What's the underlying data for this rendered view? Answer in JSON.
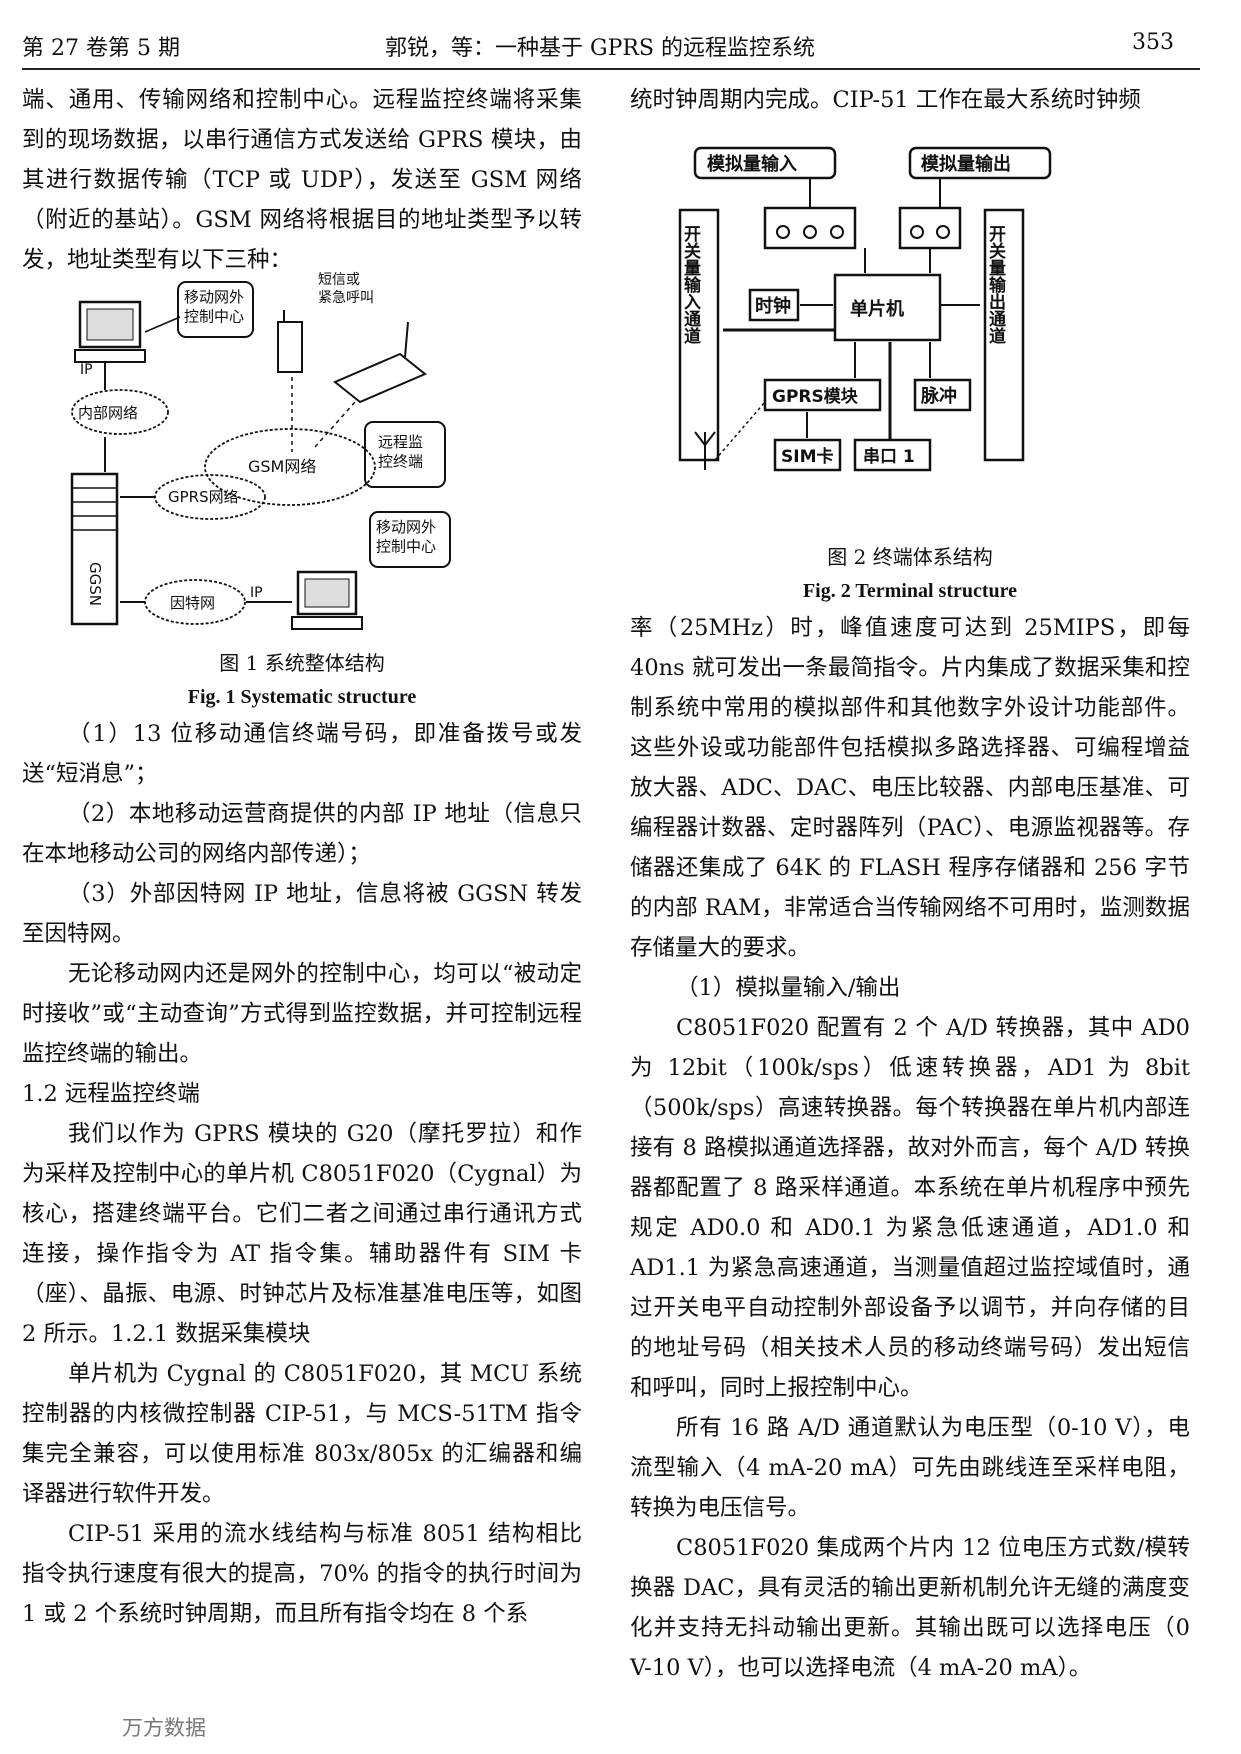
{
  "header": {
    "left": "第 27 卷第 5 期",
    "center": "郭锐，等：一种基于 GPRS 的远程监控系统",
    "page": "353"
  },
  "left_column": {
    "p1": "端、通用、传输网络和控制中心。远程监控终端将采集到的现场数据，以串行通信方式发送给 GPRS 模块，由其进行数据传输（TCP 或 UDP），发送至 GSM 网络（附近的基站）。GSM 网络将根据目的地址类型予以转发，地址类型有以下三种：",
    "fig1": {
      "labels": {
        "mobile_in": "移动网外\n控制中心",
        "sms": "短信或\n紧急呼叫",
        "ip_top": "IP",
        "internal_net": "内部网络",
        "gsm_net": "GSM网络",
        "gprs_net": "GPRS网络",
        "remote_terminal": "远程监\n控终端",
        "mobile_out": "移动网外\n控制中心",
        "ggsn": "GGSN",
        "internet": "因特网",
        "ip_bottom": "IP"
      },
      "caption_cn": "图 1    系统整体结构",
      "caption_en": "Fig. 1  Systematic structure"
    },
    "p2": "（1）13 位移动通信终端号码，即准备拨号或发送“短消息”；",
    "p3": "（2）本地移动运营商提供的内部 IP 地址（信息只在本地移动公司的网络内部传递）；",
    "p4": "（3）外部因特网 IP 地址，信息将被 GGSN 转发至因特网。",
    "p5": "无论移动网内还是网外的控制中心，均可以“被动定时接收”或“主动查询”方式得到监控数据，并可控制远程监控终端的输出。",
    "section": "1.2   远程监控终端",
    "p6": "我们以作为 GPRS 模块的 G20（摩托罗拉）和作为采样及控制中心的单片机 C8051F020（Cygnal）为核心，搭建终端平台。它们二者之间通过串行通讯方式连接，操作指令为 AT 指令集。辅助器件有 SIM 卡（座）、晶振、电源、时钟芯片及标准基准电压等，如图 2 所示。1.2.1   数据采集模块",
    "p7": "单片机为 Cygnal 的 C8051F020，其 MCU 系统控制器的内核微控制器 CIP-51，与 MCS-51TM 指令集完全兼容，可以使用标准 803x/805x 的汇编器和编译器进行软件开发。",
    "p8": "CIP-51 采用的流水线结构与标准 8051 结构相比指令执行速度有很大的提高，70% 的指令的执行时间为 1 或 2 个系统时钟周期，而且所有指令均在 8 个系"
  },
  "right_column": {
    "p1": "统时钟周期内完成。CIP-51 工作在最大系统时钟频",
    "fig2": {
      "labels": {
        "analog_in": "模拟量输入",
        "analog_out": "模拟量输出",
        "switch_in": "开关量输入通道",
        "switch_out": "开关量输出通道",
        "clock": "时钟",
        "mcu": "单片机",
        "gprs": "GPRS模块",
        "pulse": "脉冲",
        "sim": "SIM卡",
        "serial": "串口 1"
      },
      "caption_cn": "图 2    终端体系结构",
      "caption_en": "Fig. 2  Terminal structure"
    },
    "p2": "率（25MHz）时，峰值速度可达到 25MIPS，即每 40ns 就可发出一条最简指令。片内集成了数据采集和控制系统中常用的模拟部件和其他数字外设计功能部件。这些外设或功能部件包括模拟多路选择器、可编程增益放大器、ADC、DAC、电压比较器、内部电压基准、可编程器计数器、定时器阵列（PAC）、电源监视器等。存储器还集成了 64K 的 FLASH 程序存储器和 256 字节的内部 RAM，非常适合当传输网络不可用时，监测数据存储量大的要求。",
    "p3": "（1）模拟量输入/输出",
    "p4": "C8051F020 配置有 2 个 A/D 转换器，其中 AD0 为 12bit（100k/sps）低速转换器，AD1 为 8bit（500k/sps）高速转换器。每个转换器在单片机内部连接有 8 路模拟通道选择器，故对外而言，每个 A/D 转换器都配置了 8 路采样通道。本系统在单片机程序中预先规定 AD0.0 和 AD0.1 为紧急低速通道，AD1.0 和 AD1.1 为紧急高速通道，当测量值超过监控域值时，通过开关电平自动控制外部设备予以调节，并向存储的目的地址号码（相关技术人员的移动终端号码）发出短信和呼叫，同时上报控制中心。",
    "p5": "所有 16 路 A/D 通道默认为电压型（0-10 V），电流型输入（4 mA-20 mA）可先由跳线连至采样电阻，转换为电压信号。",
    "p6": "C8051F020 集成两个片内 12 位电压方式数/模转换器 DAC，具有灵活的输出更新机制允许无缝的满度变化并支持无抖动输出更新。其输出既可以选择电压（0 V-10 V），也可以选择电流（4 mA-20 mA）。"
  },
  "watermark": "万方数据"
}
